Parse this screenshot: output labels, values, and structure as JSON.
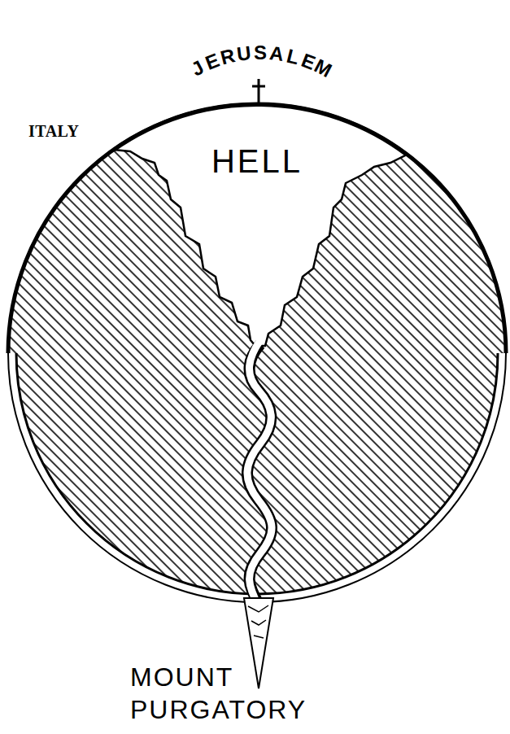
{
  "diagram": {
    "labels": [
      "JERUSALEM",
      "ITALY",
      "HELL",
      "MOUNT PURGATORY"
    ]
  }
}
